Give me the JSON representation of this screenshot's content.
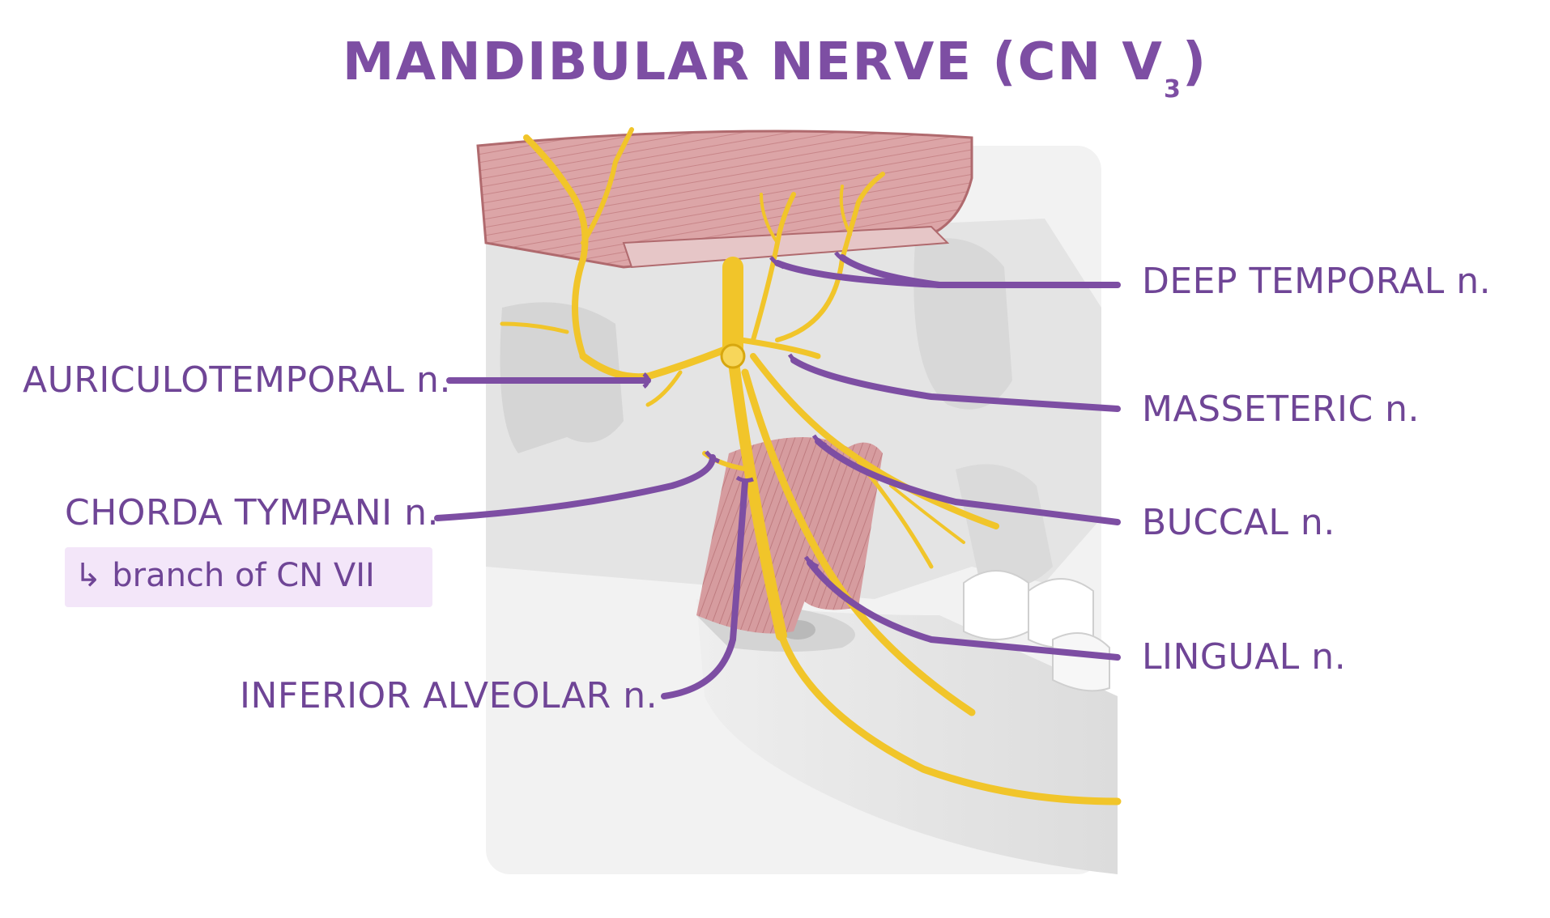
{
  "title": {
    "main": "MANDIBULAR NERVE (CN V",
    "subscript": "3",
    "close": ")"
  },
  "labels": {
    "deep_temporal": "DEEP TEMPORAL n.",
    "masseteric": "MASSETERIC n.",
    "buccal": "BUCCAL n.",
    "lingual": "LINGUAL n.",
    "auriculotemporal": "AURICULOTEMPORAL n.",
    "chorda_tympani": "CHORDA TYMPANI n.",
    "chorda_note": "↳ branch of CN VII",
    "inferior_alveolar": "INFERIOR ALVEOLAR n."
  },
  "colors": {
    "accent": "#7d4ea3",
    "nerve": "#f2c21b",
    "muscle": "#d9a3a6",
    "bone": "#e6e6e6",
    "note_bg": "#f3e6f9"
  }
}
